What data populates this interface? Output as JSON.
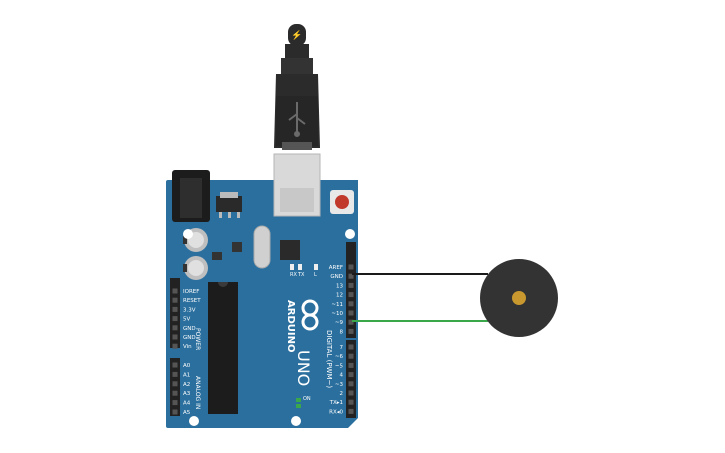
{
  "board": {
    "brand": "ARDUINO",
    "model": "UNO",
    "on_label": "ON",
    "tx_label": "TX",
    "rx_label": "RX",
    "l_label": "L",
    "digital_label": "DIGITAL (PWM~)",
    "power_label": "POWER",
    "analog_label": "ANALOG IN",
    "power_pins": [
      "IOREF",
      "RESET",
      "3.3V",
      "5V",
      "GND",
      "GND",
      "Vin"
    ],
    "analog_pins": [
      "A0",
      "A1",
      "A2",
      "A3",
      "A4",
      "A5"
    ],
    "digital_pins_top": [
      "AREF",
      "GND",
      "13",
      "12",
      "~11",
      "~10",
      "~9",
      "8"
    ],
    "digital_pins_bottom": [
      "7",
      "~6",
      "~5",
      "4",
      "~3",
      "2",
      "TX▸1",
      "RX◂0"
    ]
  },
  "wires": {
    "gnd_color": "#1a1a1a",
    "signal_color": "#3aa84a"
  },
  "colors": {
    "board": "#2a6f9e",
    "board_dark": "#1f5a84",
    "header": "#222222",
    "buzzer": "#333333",
    "buzzer_center": "#c9992f",
    "usb_plug": "#2b2b2b",
    "reset_button": "#c0392b"
  },
  "icons": {
    "lightning": "lightning-icon",
    "usb": "usb-icon",
    "infinity_logo": "arduino-logo-icon"
  }
}
